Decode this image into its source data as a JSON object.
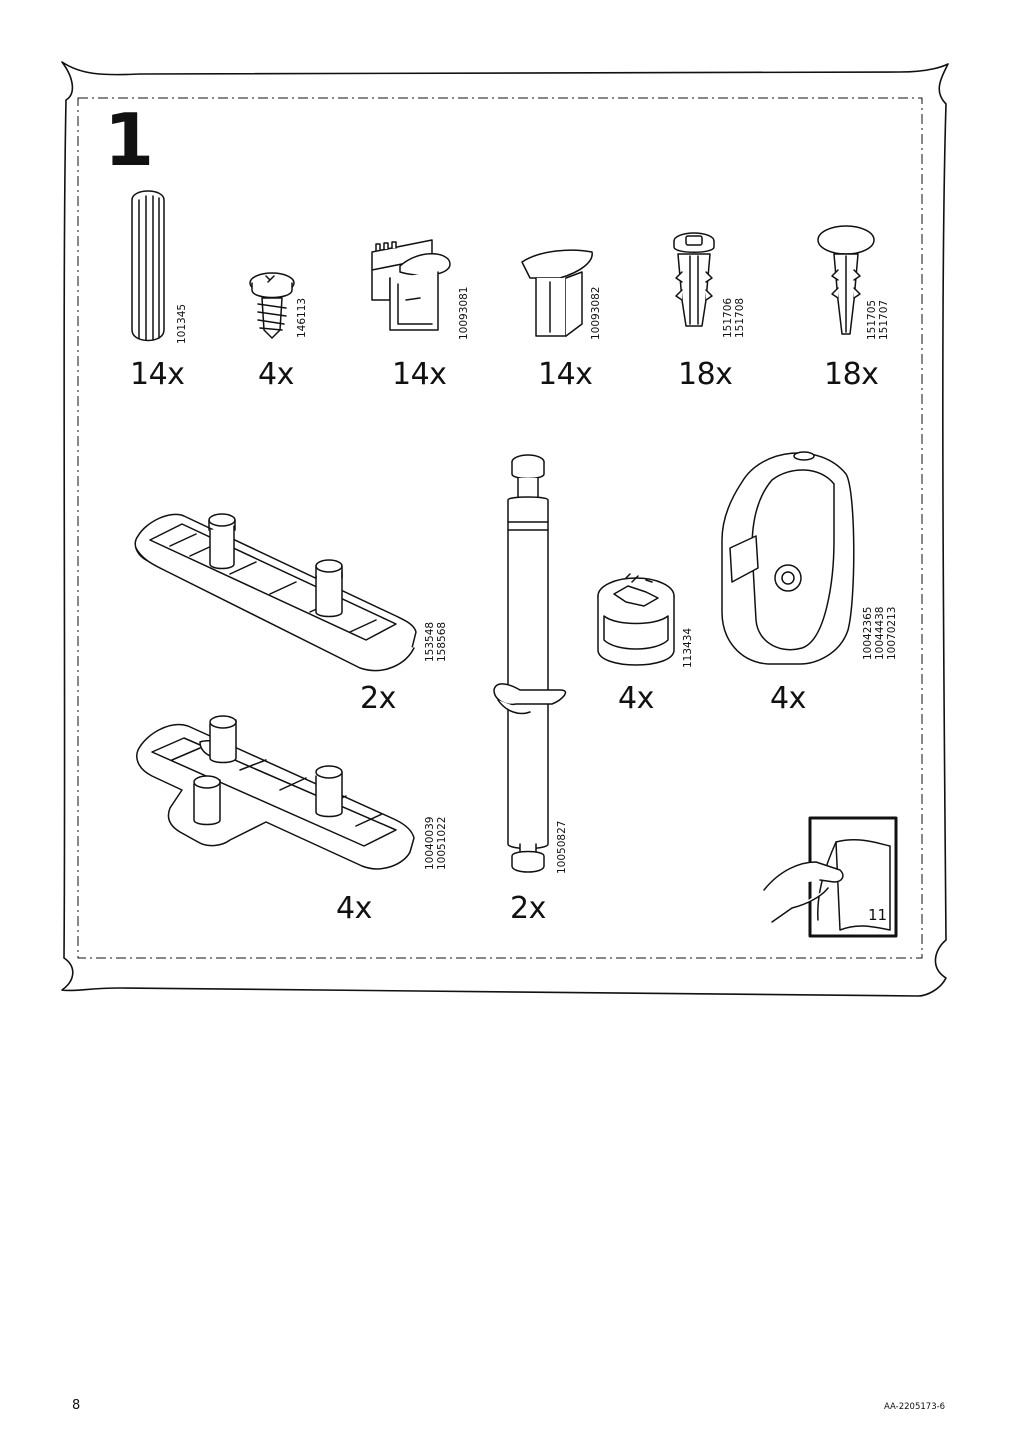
{
  "page": {
    "number": "8",
    "reference": "AA-2205173-6"
  },
  "step": {
    "number": "1"
  },
  "parts": [
    {
      "id": "wooden-dowel",
      "codes": "101345",
      "quantity": "14x"
    },
    {
      "id": "screw",
      "codes": "146113",
      "quantity": "4x"
    },
    {
      "id": "shelf-clip-toothed",
      "codes": "10093081",
      "quantity": "14x"
    },
    {
      "id": "shelf-clip",
      "codes": "10093082",
      "quantity": "14x"
    },
    {
      "id": "expansion-plug",
      "codes": "151706\n151708",
      "quantity": "18x"
    },
    {
      "id": "push-pin",
      "codes": "151705\n151707",
      "quantity": "18x"
    },
    {
      "id": "straight-connector-bracket",
      "codes": "153548\n158568",
      "quantity": "2x"
    },
    {
      "id": "connector-bolt",
      "codes": "10050827",
      "quantity": "2x"
    },
    {
      "id": "cam-lock",
      "codes": "113434",
      "quantity": "4x"
    },
    {
      "id": "rail-holder",
      "codes": "10042365\n10044438\n10070213",
      "quantity": "4x"
    },
    {
      "id": "t-connector-bracket",
      "codes": "10040039\n10051022",
      "quantity": "4x"
    }
  ],
  "page_turn": {
    "target_page": "11"
  }
}
